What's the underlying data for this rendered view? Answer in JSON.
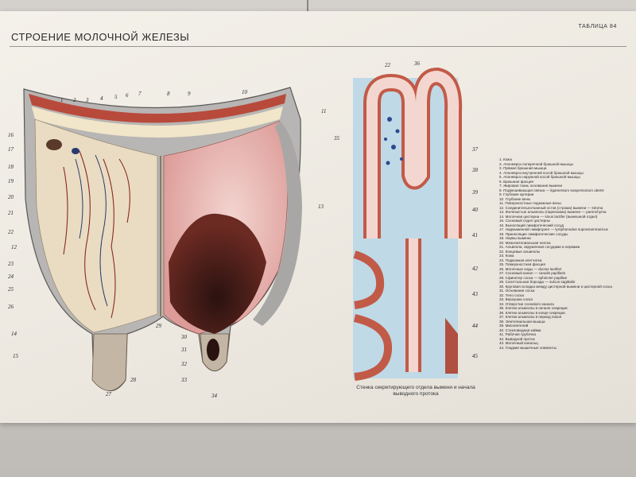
{
  "poster": {
    "title": "СТРОЕНИЕ МОЛОЧНОЙ ЖЕЛЕЗЫ",
    "table_no": "ТАБЛИЦА 84",
    "right_caption": "Стенка секретирующего отдела вымени и начала выводного протока"
  },
  "legend": [
    "1. Кожа",
    "2. Апоневроз поперечной брюшной мышцы",
    "3. Прямая брюшная мышца",
    "4. Апоневроз внутренней косой брюшной мышцы",
    "5. Апоневроз наружной косой брюшной мышцы",
    "6. Брюшная фасция",
    "7. Жировая ткань основания вымени",
    "8. Подвешивающая связка — ligamentum suspensorium uberis",
    "9. Глубокие артерии",
    "10. Глубокие вены",
    "11. Поверхностные подкожные вены",
    "12. Соединительнотканный остов (строма) вымени — stroma",
    "13. Железистые альвеолы (паренхима) вымени — parenchyma",
    "14. Молочная цистерна — sinus lactifer (вымешной отдел)",
    "15. Сосковый отдел цистерны",
    "16. Выносящий лимфатический сосуд",
    "17. Надвыменной лимфоузел — lymphonodus supramammaricus",
    "18. Приносящие лимфатические сосуды",
    "19. Нервы вымени",
    "20. Межэпителиальная клетка",
    "21. Альвеола, окруженная сосудами и нервами",
    "22. Концевые альвеолы",
    "23. Кожа",
    "24. Подкожная клетчатка",
    "25. Поверхностная фасция",
    "26. Молочные ходы — ductus lactiferi",
    "27. Сосковый канал — canalis papillaris",
    "28. Сфинктер соска — sphincter papillae",
    "29. Сагиттальная борозда — sulcus sagittalis",
    "30. Круговая складка между цистерной вымени и цистерной соска",
    "31. Основание соска",
    "32. Тело соска",
    "33. Верхушка соска",
    "34. Отверстие соскового канала",
    "35. Клетки альвеолы в начале секреции",
    "36. Клетки альвеолы в конце секреции",
    "37. Клетки альвеолы в период покоя",
    "38. Эпителиальная мышца",
    "39. Миоэпителий",
    "40. Стекловидная кайма",
    "41. Рабочая трубочка",
    "42. Выводной проток",
    "43. Молочный канальц",
    "44. Гладкие мышечные элементы"
  ],
  "callouts": {
    "left": [
      "1",
      "2",
      "3",
      "4",
      "5",
      "6",
      "7",
      "8",
      "9",
      "10",
      "11",
      "12",
      "13",
      "14",
      "15",
      "16",
      "17",
      "18",
      "19",
      "20",
      "21",
      "22",
      "23",
      "24",
      "25",
      "26",
      "27",
      "28",
      "29",
      "30",
      "31",
      "32",
      "33",
      "34"
    ],
    "right": [
      "22",
      "36",
      "35",
      "37",
      "38",
      "39",
      "40",
      "41",
      "42",
      "43",
      "44",
      "45"
    ]
  },
  "colors": {
    "skin": "#b84a3c",
    "parenchyma": "#e9b4b0",
    "secretion_dark": "#3a1c18",
    "fat": "#f1e6c9",
    "lumen": "#bfd9e6"
  }
}
